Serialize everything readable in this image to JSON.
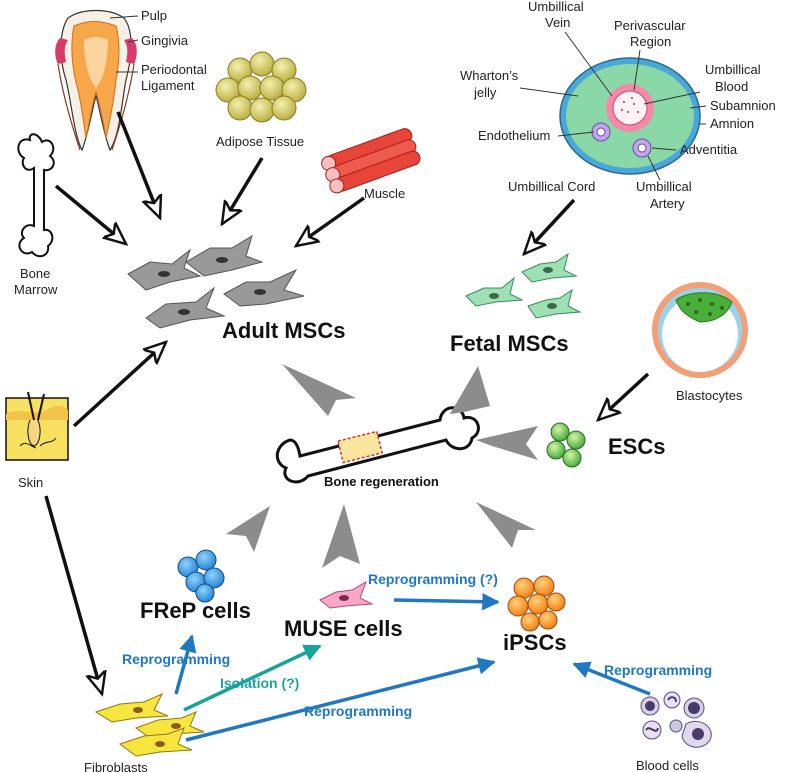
{
  "sources": {
    "tooth": {
      "pulp": "Pulp",
      "gingivia": "Gingivia",
      "periodontal_line1": "Periodontal",
      "periodontal_line2": "Ligament"
    },
    "adipose": "Adipose Tissue",
    "muscle": "Muscle",
    "bone_marrow_line1": "Bone",
    "bone_marrow_line2": "Marrow",
    "skin": "Skin",
    "blastocytes": "Blastocytes",
    "blood_cells": "Blood cells",
    "fibroblasts": "Fibroblasts"
  },
  "cord": {
    "umbilical_vein_line1": "Umbillical",
    "umbilical_vein_line2": "Vein",
    "perivascular_line1": "Perivascular",
    "perivascular_line2": "Region",
    "whartons_line1": "Wharton’s",
    "whartons_line2": "jelly",
    "umbilical_blood_line1": "Umbillical",
    "umbilical_blood_line2": "Blood",
    "subamnion": "Subamnion",
    "amnion": "Amnion",
    "endothelium": "Endothelium",
    "adventitia": "Adventitia",
    "umbilical_cord": "Umbillical Cord",
    "umbilical_artery_line1": "Umbillical",
    "umbilical_artery_line2": "Artery"
  },
  "cells": {
    "adult_mscs": "Adult MSCs",
    "fetal_mscs": "Fetal MSCs",
    "escs": "ESCs",
    "frep": "FReP cells",
    "muse": "MUSE cells",
    "ipscs": "iPSCs"
  },
  "center": "Bone regeneration",
  "arrows": {
    "reprogramming_q": "Reprogramming (?)",
    "reprogramming_frep": "Reprogramming",
    "isolation_q": "Isolation (?)",
    "reprogramming_fib": "Reprogramming",
    "reprogramming_blood": "Reprogramming"
  },
  "colors": {
    "blue_arrow": "#1f78c1",
    "teal_arrow": "#1aa39a",
    "gray_chevron": "#8c8c8c"
  }
}
